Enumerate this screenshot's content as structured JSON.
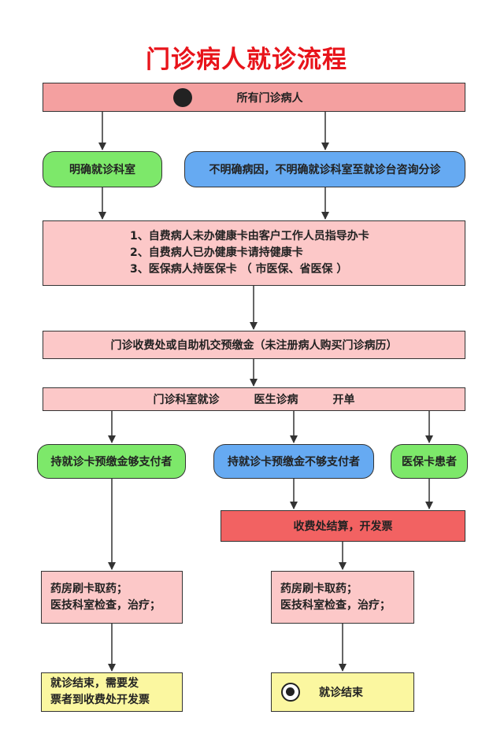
{
  "title": "门诊病人就诊流程",
  "start": "所有门诊病人",
  "branch_left": "明确就诊科室",
  "branch_right": "不明确病因，不明确就诊科室至就诊台咨询分诊",
  "card_steps": [
    "1、自费病人未办健康卡由客户工作人员指导办卡",
    "2、自费病人已办健康卡请持健康卡",
    "3、医保病人持医保卡 （ 市医保、省医保 ）"
  ],
  "prepay": "门诊收费处或自助机交预缴金（未注册病人购买门诊病历）",
  "visit": {
    "step1": "门诊科室就诊",
    "step2": "医生诊病",
    "step3": "开单"
  },
  "enough": "持就诊卡预缴金够支付者",
  "not_enough": "持就诊卡预缴金不够支付者",
  "insurance": "医保卡患者",
  "settle": "收费处结算，开发票",
  "pharmacy_left": [
    "药房刷卡取药；",
    "医技科室检查，治疗；"
  ],
  "pharmacy_right": [
    "药房刷卡取药；",
    "医技科室检查，治疗；"
  ],
  "end_left": [
    "就诊结束，需要发",
    "票者到收费处开发票"
  ],
  "end_right": "就诊结束"
}
